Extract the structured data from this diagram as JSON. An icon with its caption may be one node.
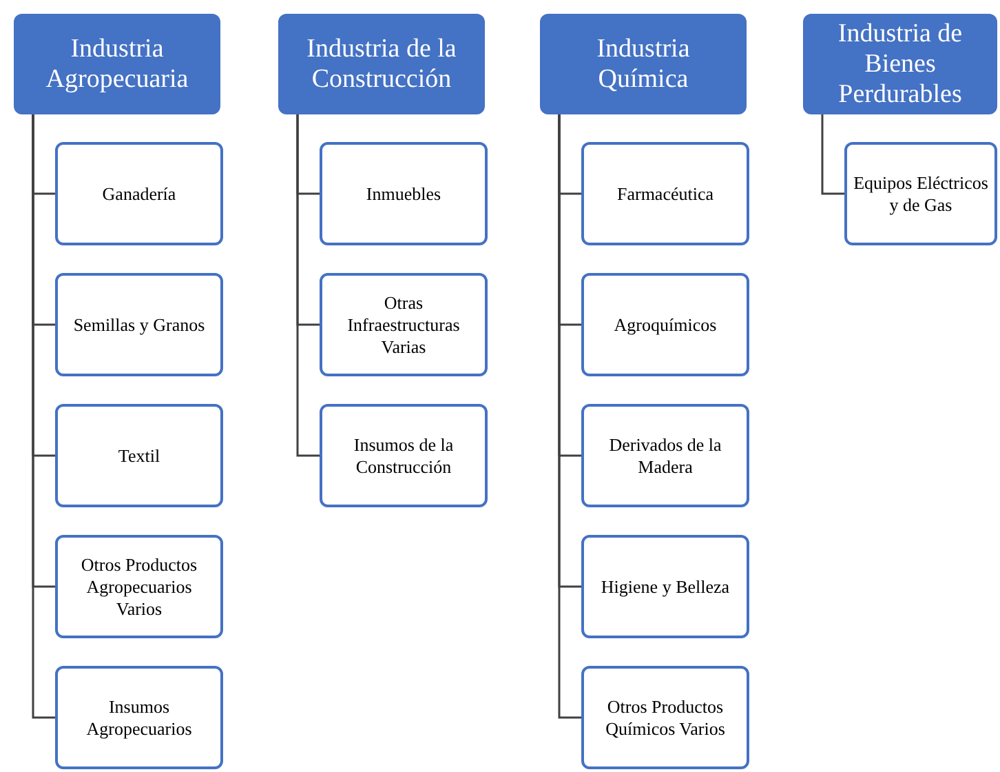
{
  "diagram": {
    "nodes": [
      {
        "text": [
          "Industria Agropecuaria"
        ]
      },
      {
        "text": [
          "Ganadería"
        ]
      },
      {
        "text": [
          "Semillas y Granos"
        ]
      },
      {
        "text": [
          "Textil"
        ]
      },
      {
        "text": [
          "Otros Productos Agropecuarios Varios"
        ]
      },
      {
        "text": [
          "Insumos Agropecuarios"
        ]
      },
      {
        "text": [
          "Industria de la Construcción"
        ]
      },
      {
        "text": [
          "Inmuebles"
        ]
      },
      {
        "text": [
          "Otras Infraestructuras Varias"
        ]
      },
      {
        "text": [
          "Insumos de la Construcción"
        ]
      },
      {
        "text": [
          "Industria Química"
        ]
      },
      {
        "text": [
          "Farmacéutica"
        ]
      },
      {
        "text": [
          "Agroquímicos"
        ]
      },
      {
        "text": [
          "Derivados de la Madera"
        ]
      },
      {
        "text": [
          "Higiene y Belleza"
        ]
      },
      {
        "text": [
          "Otros Productos Químicos Varios"
        ]
      },
      {
        "text": [
          "Industria de Bienes Perdurables"
        ]
      },
      {
        "text": [
          "Equipos Eléctricos y de Gas"
        ]
      }
    ],
    "edges": [
      {
        "from": 0,
        "to": 1,
        "arrow": "none"
      },
      {
        "from": 0,
        "to": 2,
        "arrow": "none"
      },
      {
        "from": 0,
        "to": 3,
        "arrow": "none"
      },
      {
        "from": 0,
        "to": 4,
        "arrow": "none"
      },
      {
        "from": 0,
        "to": 5,
        "arrow": "none"
      },
      {
        "from": 6,
        "to": 7,
        "arrow": "none"
      },
      {
        "from": 6,
        "to": 8,
        "arrow": "none"
      },
      {
        "from": 6,
        "to": 9,
        "arrow": "none"
      },
      {
        "from": 10,
        "to": 11,
        "arrow": "none"
      },
      {
        "from": 10,
        "to": 12,
        "arrow": "none"
      },
      {
        "from": 10,
        "to": 13,
        "arrow": "none"
      },
      {
        "from": 10,
        "to": 14,
        "arrow": "none"
      },
      {
        "from": 10,
        "to": 15,
        "arrow": "none"
      },
      {
        "from": 16,
        "to": 17,
        "arrow": "none"
      }
    ]
  }
}
